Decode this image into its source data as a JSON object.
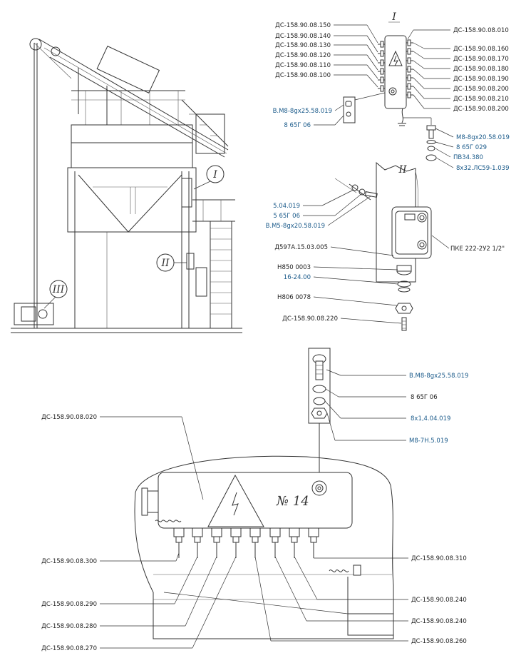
{
  "views": {
    "i": {
      "title": "I"
    },
    "ii": {
      "title": "II"
    },
    "iii": {
      "title": "III"
    }
  },
  "labels": {
    "ds150": "ДС-158.90.08.150",
    "ds140": "ДС-158.90.08.140",
    "ds130": "ДС-158.90.08.130",
    "ds120": "ДС-158.90.08.120",
    "ds110": "ДС-158.90.08.110",
    "ds100": "ДС-158.90.08.100",
    "ds010": "ДС-158.90.08.010",
    "ds160": "ДС-158.90.08.160",
    "ds170": "ДС-158.90.08.170",
    "ds180": "ДС-158.90.08.180",
    "ds190": "ДС-158.90.08.190",
    "ds200a": "ДС-158.90.08.200",
    "ds210": "ДС-158.90.08.210",
    "ds200b": "ДС-158.90.08.200",
    "vm8_25_top": "В.М8-8gх25.58.019",
    "w865g06_top": "8 65Г 06",
    "m8_20": "М8-8gх20.58.019",
    "w865g029": "8 65Г 029",
    "pv34": "ПВ34.380",
    "w8x32": "8х32.ЛС59-1.039",
    "s504": "5.04.019",
    "w565g06": "5 65Г 06",
    "vm5_20": "В.М5-8gх20.58.019",
    "d597": "Д597А.15.03.005",
    "pke": "ПКЕ 222-2У2 1/2\"",
    "n850": "Н850 0003",
    "r1624": "16-24.00",
    "n806": "Н806 0078",
    "ds220": "ДС-158.90.08.220",
    "vm8_25_mid": "В.М8-8gх25.58.019",
    "w865g06_mid": "8 65Г 06",
    "w8x1": "8х1,4.04.019",
    "m87h": "М8-7Н.5.019",
    "ds020": "ДС-158.90.08.020",
    "ds300": "ДС-158.90.08.300",
    "ds290": "ДС-158.90.08.290",
    "ds280": "ДС-158.90.08.280",
    "ds270": "ДС-158.90.08.270",
    "ds310": "ДС-158.90.08.310",
    "ds240a": "ДС-158.90.08.240",
    "ds240b": "ДС-158.90.08.240",
    "ds260": "ДС-158.90.08.260",
    "box_number": "№ 14"
  }
}
